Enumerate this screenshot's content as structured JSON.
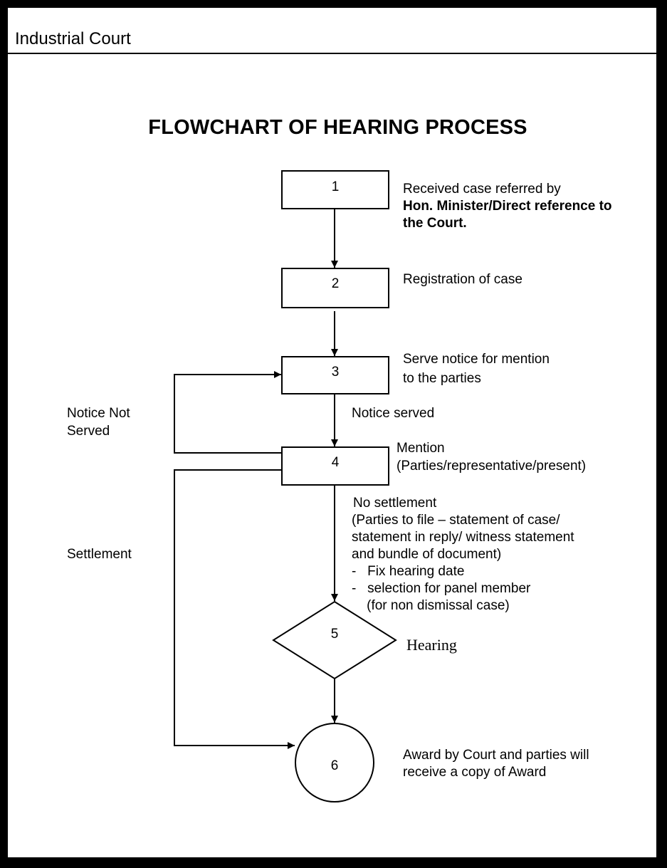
{
  "header": {
    "org": "Industrial Court"
  },
  "title": "FLOWCHART OF HEARING PROCESS",
  "steps": [
    {
      "number": "1",
      "lines": [
        "Received case referred by",
        "Hon. Minister/Direct reference to",
        "the Court."
      ]
    },
    {
      "number": "2",
      "label": "Registration of case"
    },
    {
      "number": "3",
      "lines": [
        "Serve notice for mention",
        "to the parties"
      ]
    },
    {
      "number": "4",
      "lines": [
        "Mention",
        "(Parties/representative/present)"
      ]
    },
    {
      "number": "5",
      "label": "Hearing"
    },
    {
      "number": "6",
      "lines": [
        "Award by Court and parties will",
        "receive a copy of Award"
      ]
    }
  ],
  "edge_labels": {
    "notice_served": "Notice served",
    "notice_not_served": [
      "Notice Not",
      "Served"
    ],
    "settlement": "Settlement",
    "no_settlement": [
      "No settlement",
      "(Parties to file – statement of case/",
      " statement in reply/ witness statement",
      " and bundle of document)",
      "-   Fix hearing date",
      "-   selection for panel member",
      "    (for non dismissal case)"
    ]
  },
  "colors": {
    "frame": "#000000",
    "page": "#ffffff",
    "ink": "#000000"
  }
}
